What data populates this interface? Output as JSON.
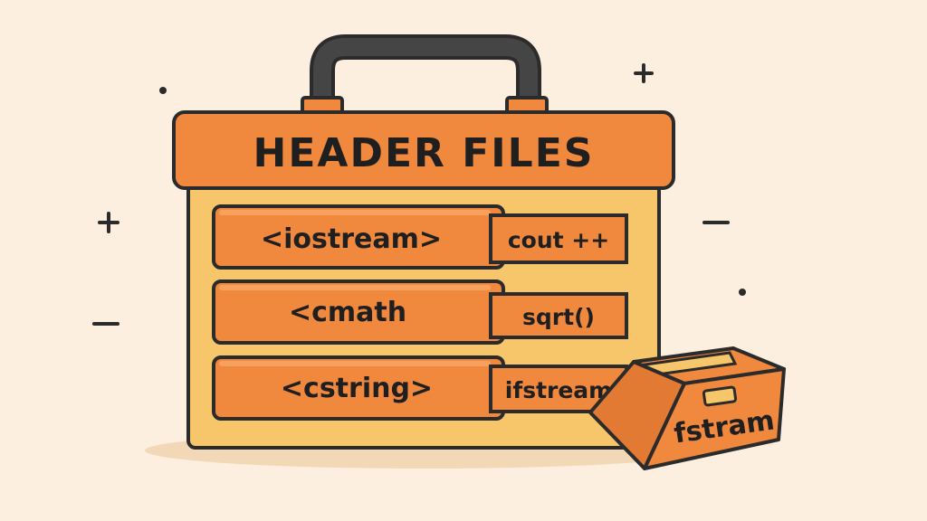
{
  "toolbox": {
    "title": "HEADER FILES",
    "drawers": [
      {
        "header": "<iostream>",
        "tag": "cout ++"
      },
      {
        "header": "<cmath",
        "tag": "sqrt()"
      },
      {
        "header": "<cstring>",
        "tag": "ifstream"
      }
    ],
    "side_drawer_label": "fstram"
  },
  "colors": {
    "background": "#fcefdf",
    "outline": "#2b2b2b",
    "orange": "#f0883e",
    "box_body": "#f8c66a",
    "handle": "#3c3c3c"
  }
}
